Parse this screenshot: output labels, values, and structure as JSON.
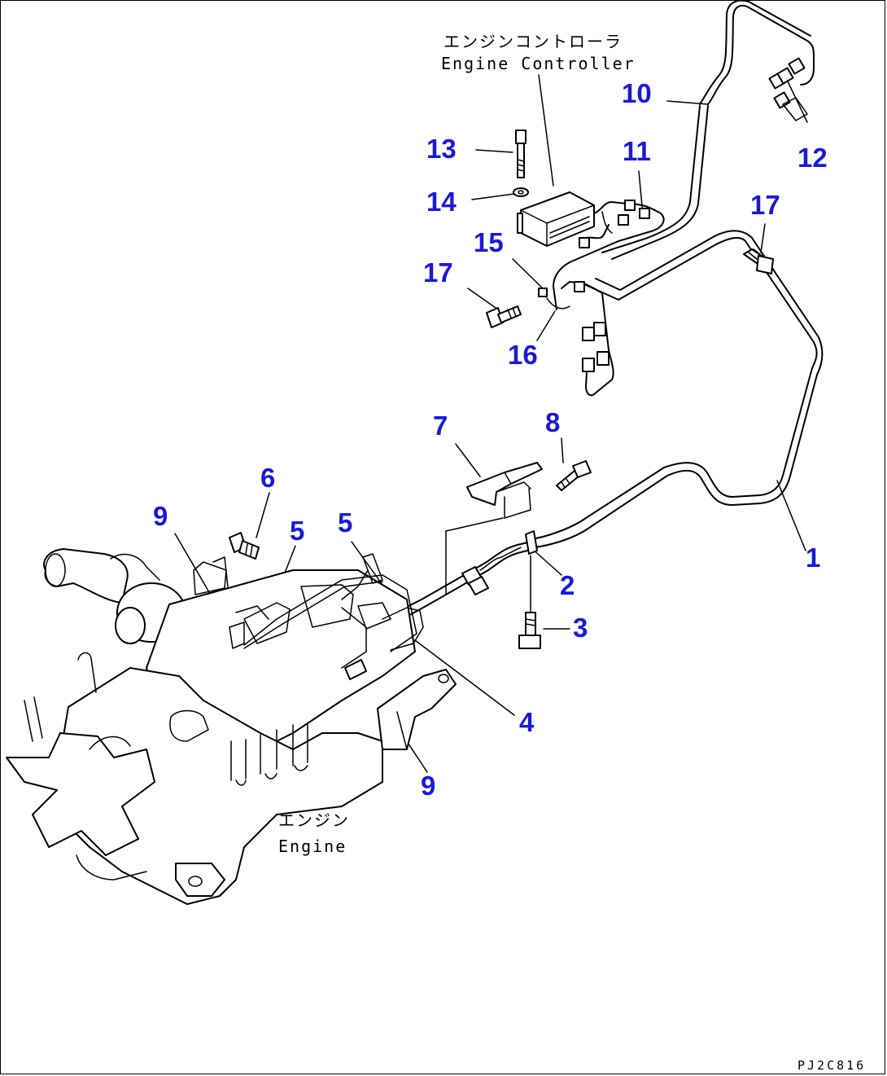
{
  "labels": {
    "controller_jp": "エンジンコントローラ",
    "controller_en": "Engine Controller",
    "engine_jp": "エンジン",
    "engine_en": "Engine",
    "drawing_code": "PJ2C816"
  },
  "callouts": [
    "1",
    "2",
    "3",
    "4",
    "5",
    "5",
    "6",
    "7",
    "8",
    "9",
    "9",
    "10",
    "11",
    "12",
    "13",
    "14",
    "15",
    "16",
    "17",
    "17"
  ],
  "colors": {
    "callout": "#1a1ad6",
    "line": "#000000"
  }
}
